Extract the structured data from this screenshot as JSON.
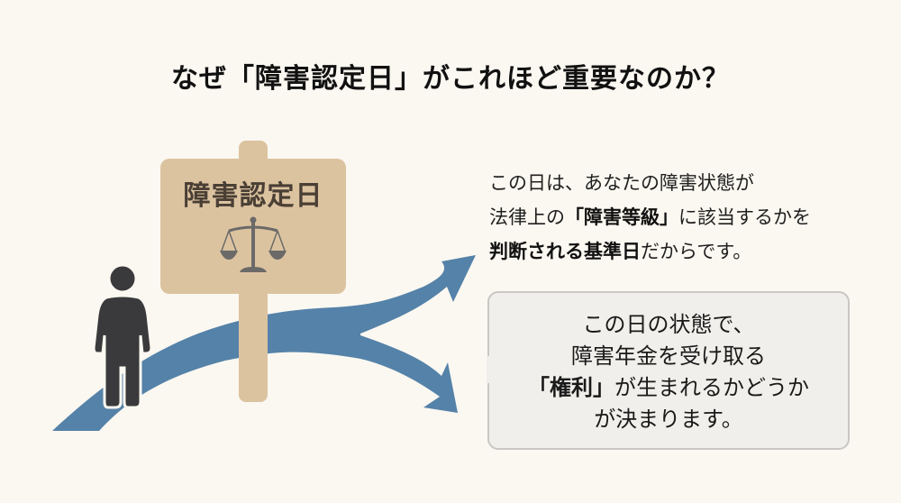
{
  "title": "なぜ「障害認定日」がこれほど重要なのか？",
  "sign": {
    "label": "障害認定日",
    "icon": "scales-of-justice-icon",
    "colors": {
      "board": "#dcc3a0",
      "text": "#4a3f35",
      "icon": "#6b6a68"
    }
  },
  "illustration": {
    "person_icon": "person-icon",
    "path": "branching-arrow-path",
    "colors": {
      "arrow": "#5582a8",
      "person": "#3a3a3c"
    }
  },
  "explanation": {
    "line1": "この日は、あなたの障害状態が",
    "line2_pre": "法律上の",
    "line2_bold": "「障害等級」",
    "line2_post": "に該当するかを",
    "line3_bold": "判断される基準日",
    "line3_post": "だからです。"
  },
  "callout": {
    "line1": "この日の状態で、",
    "line2": "障害年金を受け取る",
    "line3_bold": "「権利」",
    "line3_post": "が生まれるかどうか",
    "line4": "が決まります。"
  },
  "colors": {
    "background": "#fbf8f1",
    "bubble_bg": "#f1efec",
    "bubble_border": "#c9c7c4"
  }
}
